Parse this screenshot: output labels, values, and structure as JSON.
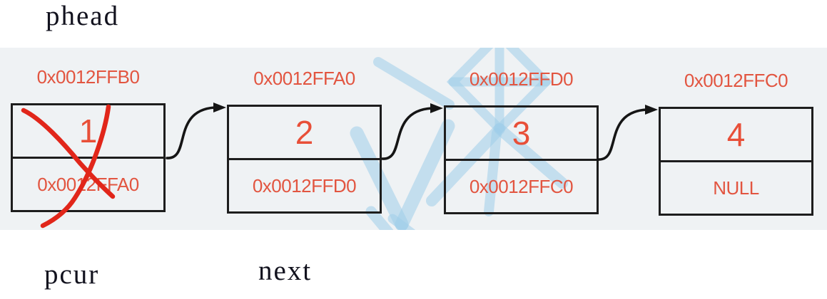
{
  "labels": {
    "phead": "phead",
    "pcur": "pcur",
    "next": "next"
  },
  "nodes": [
    {
      "address": "0x0012FFB0",
      "value": "1",
      "next": "0x0012FFA0",
      "crossed_out": true
    },
    {
      "address": "0x0012FFA0",
      "value": "2",
      "next": "0x0012FFD0",
      "crossed_out": false
    },
    {
      "address": "0x0012FFD0",
      "value": "3",
      "next": "0x0012FFC0",
      "crossed_out": false
    },
    {
      "address": "0x0012FFC0",
      "value": "4",
      "next": "NULL",
      "crossed_out": false
    }
  ],
  "colors": {
    "accent_red": "#e25540",
    "value_red": "#e84f38",
    "cross_red": "#e1261a",
    "line_black": "#1d1d1d",
    "band_background": "#eff2f4",
    "watermark_blue": "#9fcdea"
  }
}
